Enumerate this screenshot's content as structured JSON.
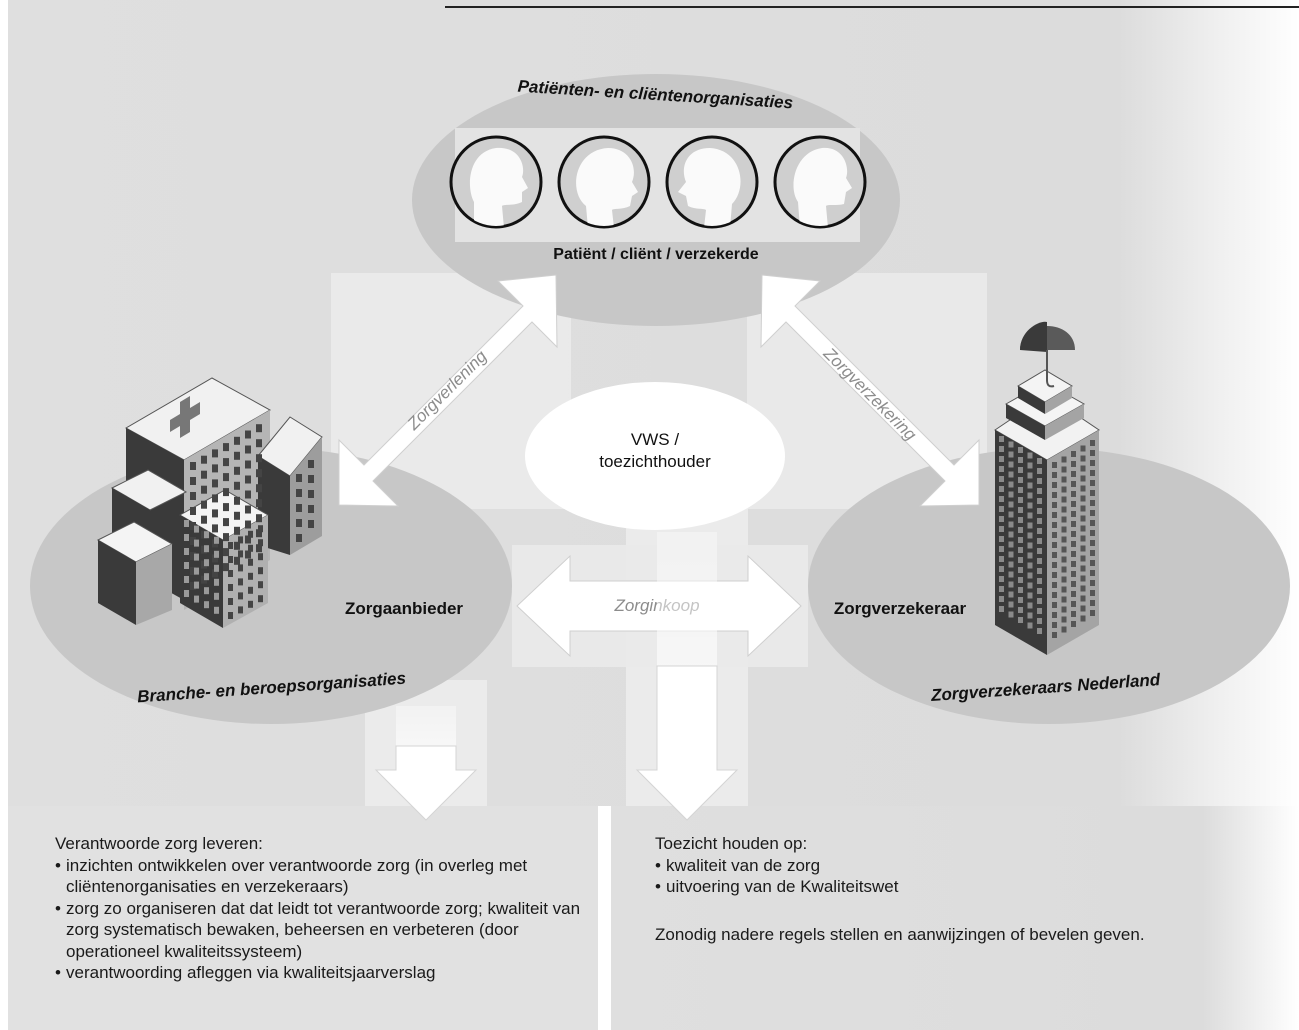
{
  "groups": {
    "patients_org": "Patiënten- en cliëntenorganisaties",
    "patient": "Patiënt / cliënt / verzekerde",
    "provider": "Zorgaanbieder",
    "branche": "Branche- en beroepsorganisaties",
    "insurer": "Zorgverzekeraar",
    "insurers_nl": "Zorgverzekeraars Nederland",
    "vws_line1": "VWS /",
    "vws_line2": "toezichthouder"
  },
  "relations": {
    "zorgverlening": "Zorgverlening",
    "zorgverzekering": "Zorgverzekering",
    "zorginkoop": "Zorginkoop"
  },
  "left_panel": {
    "heading": "Verantwoorde zorg leveren:",
    "bullets": [
      "inzichten ontwikkelen over verantwoorde zorg (in overleg met cliëntenorganisaties en verzekeraars)",
      "zorg zo organiseren dat dat leidt tot verantwoorde zorg; kwaliteit van zorg systematisch bewaken, beheersen en verbeteren (door operationeel kwaliteitssysteem)",
      "verantwoording afleggen via kwaliteitsjaarverslag"
    ]
  },
  "right_panel": {
    "heading": "Toezicht houden op:",
    "bullets": [
      "kwaliteit van de zorg",
      "uitvoering van de Kwaliteitswet"
    ],
    "note": "Zonodig nadere regels stellen en aanwijzingen of bevelen geven."
  }
}
